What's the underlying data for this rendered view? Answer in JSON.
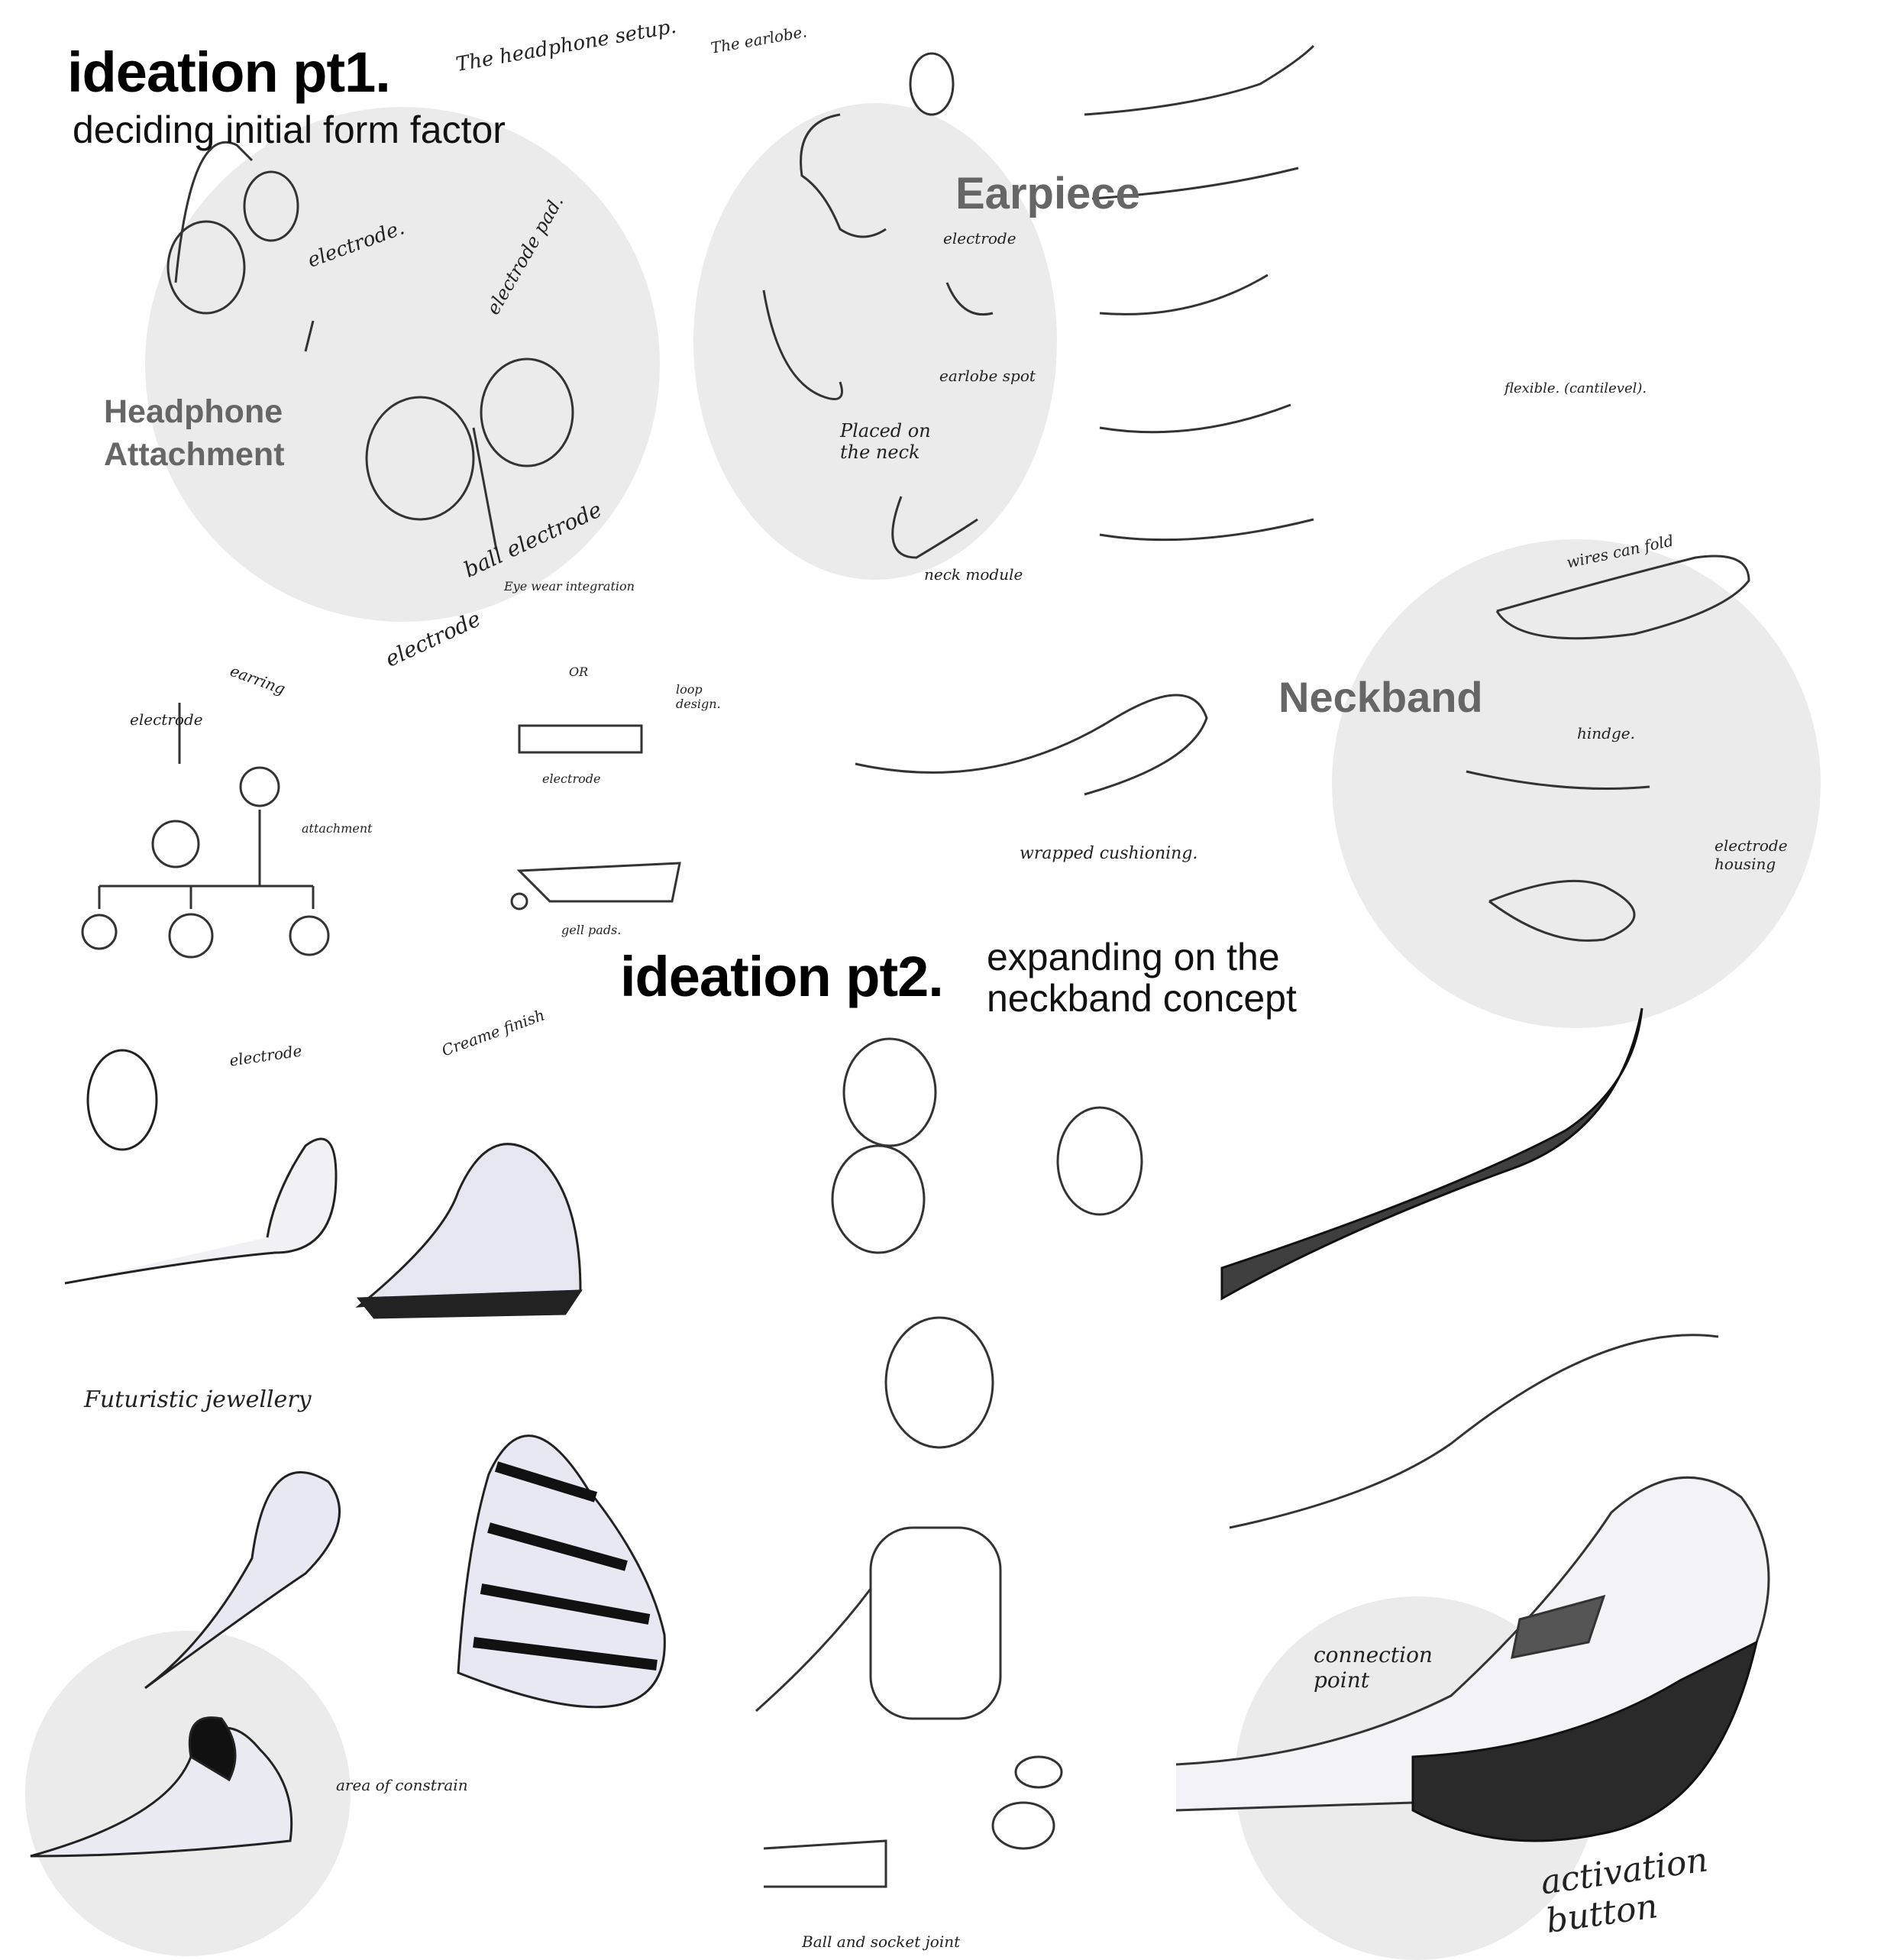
{
  "part1": {
    "title": "ideation pt1.",
    "subtitle": "deciding initial form factor"
  },
  "part2": {
    "title": "ideation pt2.",
    "subtitle_line1": "expanding on the",
    "subtitle_line2": "neckband concept"
  },
  "sections": {
    "headphone": "Headphone Attachment",
    "earpiece": "Earpiece",
    "neckband": "Neckband"
  },
  "annotations": {
    "headphone_setup": "The headphone setup.",
    "electrode_1": "electrode.",
    "electrode_pad": "electrode pad.",
    "ball_electrode": "ball electrode",
    "electrode_2": "electrode",
    "earring": "earring",
    "electrode_3": "electrode",
    "attachment": "attachment",
    "eyewear": "Eye wear integration",
    "or": "OR",
    "loop_design": "loop design.",
    "electrode_4": "electrode",
    "gell_pads": "gell pads.",
    "the_earlobe": "The earlobe.",
    "electrode_5": "electrode",
    "earlobe_spot": "earlobe spot",
    "placed_on_neck": "Placed on the neck",
    "neck_module": "neck module",
    "wrapped_cushioning": "wrapped cushioning.",
    "flexible": "flexible. (cantilevel).",
    "wires_can_fold": "wires can fold",
    "hindge": "hindge.",
    "electrode_housing": "electrode housing",
    "electrode_6": "electrode",
    "creame_finish": "Creame finish",
    "futuristic_jewellery": "Futuristic jewellery",
    "area_of_constrain": "area of constrain",
    "ball_socket": "Ball and socket joint",
    "connection_point": "connection point",
    "activation_button": "activation button"
  }
}
